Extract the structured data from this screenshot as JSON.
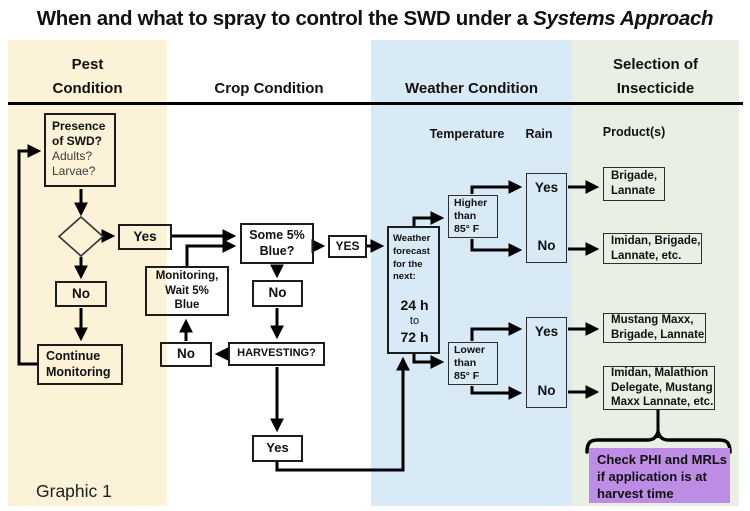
{
  "title": {
    "main": "When and what to spray to control the SWD under a",
    "emphasis": "Systems Approach"
  },
  "columns": {
    "pest_label": "Pest\nCondition",
    "crop_label": "Crop Condition",
    "weather_label": "Weather Condition",
    "insecticide_label": "Selection of\nInsecticide"
  },
  "subheaders": {
    "temperature": "Temperature",
    "rain": "Rain",
    "products": "Product(s)"
  },
  "pest": {
    "presence_title": "Presence\nof SWD?",
    "presence_questions": "Adults?\nLarvae?",
    "yes_label": "Yes",
    "no_label": "No",
    "continue_monitoring": "Continue\nMonitoring"
  },
  "crop": {
    "some_blue": "Some 5%\nBlue?",
    "yes_caps": "YES",
    "no_label": "No",
    "monitoring_wait": "Monitoring,\nWait 5%\nBlue",
    "harvesting": "HARVESTING?",
    "yes_label": "Yes"
  },
  "weather": {
    "forecast_intro": "Weather\nforecast\nfor the\nnext:",
    "h24": "24 h",
    "to": "to",
    "h72": "72 h",
    "higher": "Higher\nthan\n85° F",
    "lower": "Lower\nthan\n85° F",
    "yes_label": "Yes",
    "no_label": "No"
  },
  "products": {
    "p1": "Brigade,\nLannate",
    "p2": "Imidan, Brigade,\nLannate, etc.",
    "p3": "Mustang Maxx,\nBrigade, Lannate",
    "p4": "Imidan, Malathion\nDelegate, Mustang\nMaxx Lannate, etc."
  },
  "note": "Check PHI and MRLs\nif application is at\nharvest time",
  "footer": "Graphic 1",
  "colors": {
    "pest_band": "#fbf2d8",
    "weather_band": "#d9eaf7",
    "insecticide_band": "#e9f0e3",
    "note_bg": "#bd8ce4",
    "ink": "#111111"
  }
}
